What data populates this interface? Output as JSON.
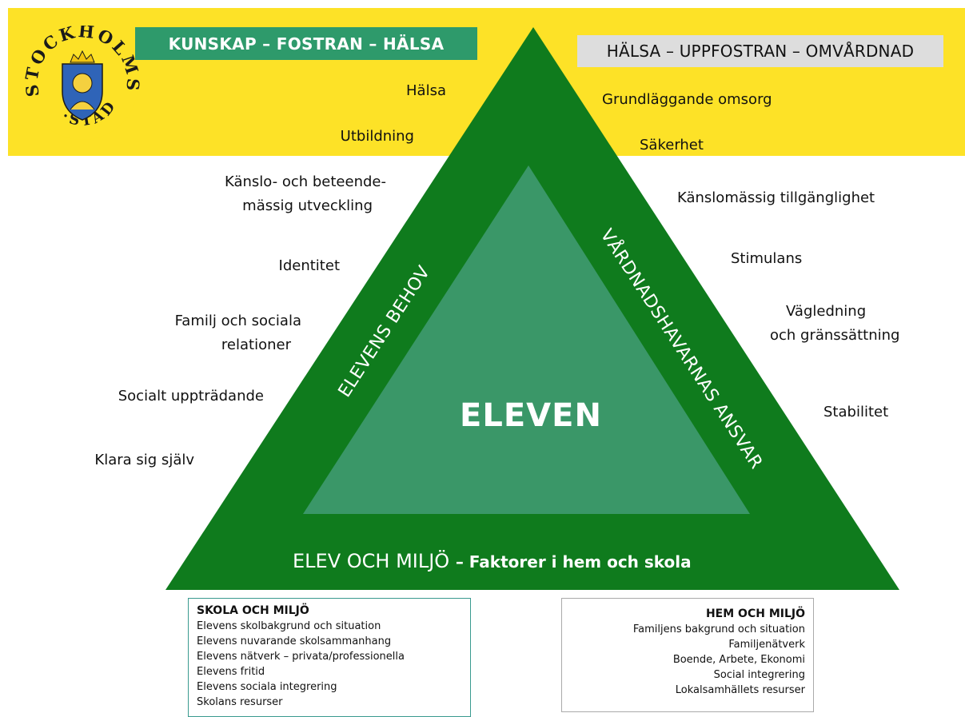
{
  "header": {
    "left_tag": "KUNSKAP – FOSTRAN – HÄLSA",
    "right_tag": "HÄLSA – UPPFOSTRAN – OMVÅRDNAD",
    "logo_text": "STOCKHOLMS STAD"
  },
  "colors": {
    "yellow": "#fde227",
    "dark_green": "#0f7b1d",
    "inner_green": "#3a9768",
    "tag_green": "#2e9a6b",
    "tag_grey": "#dddddd",
    "box_border": "#3a9a8f"
  },
  "triangle": {
    "center": "ELEVEN",
    "left_side": "ELEVENS BEHOV",
    "right_side": "VÅRDNADSHAVARNAS ANSVAR",
    "bottom_main": "ELEV OCH MILJÖ",
    "bottom_sub": "– Faktorer i hem och skola"
  },
  "left_labels": {
    "halsa": "Hälsa",
    "utbildning": "Utbildning",
    "kanslo_1": "Känslo- och beteende-",
    "kanslo_2": "mässig utveckling",
    "identitet": "Identitet",
    "familj_1": "Familj och sociala",
    "familj_2": "relationer",
    "socialt": "Socialt uppträdande",
    "klara": "Klara sig själv"
  },
  "right_labels": {
    "omsorg": "Grundläggande omsorg",
    "sakerhet": "Säkerhet",
    "kanslomassig": "Känslomässig tillgänglighet",
    "stimulans": "Stimulans",
    "vagledning_1": "Vägledning",
    "vagledning_2": "och gränssättning",
    "stabilitet": "Stabilitet"
  },
  "box_left": {
    "title": "SKOLA OCH MILJÖ",
    "items": [
      "Elevens skolbakgrund och situation",
      "Elevens nuvarande skolsammanhang",
      "Elevens nätverk – privata/professionella",
      "Elevens fritid",
      "Elevens sociala integrering",
      "Skolans resurser"
    ]
  },
  "box_right": {
    "title": "HEM OCH MILJÖ",
    "items": [
      "Familjens bakgrund och situation",
      "Familjenätverk",
      "Boende, Arbete, Ekonomi",
      "Social integrering",
      "Lokalsamhällets resurser"
    ]
  }
}
